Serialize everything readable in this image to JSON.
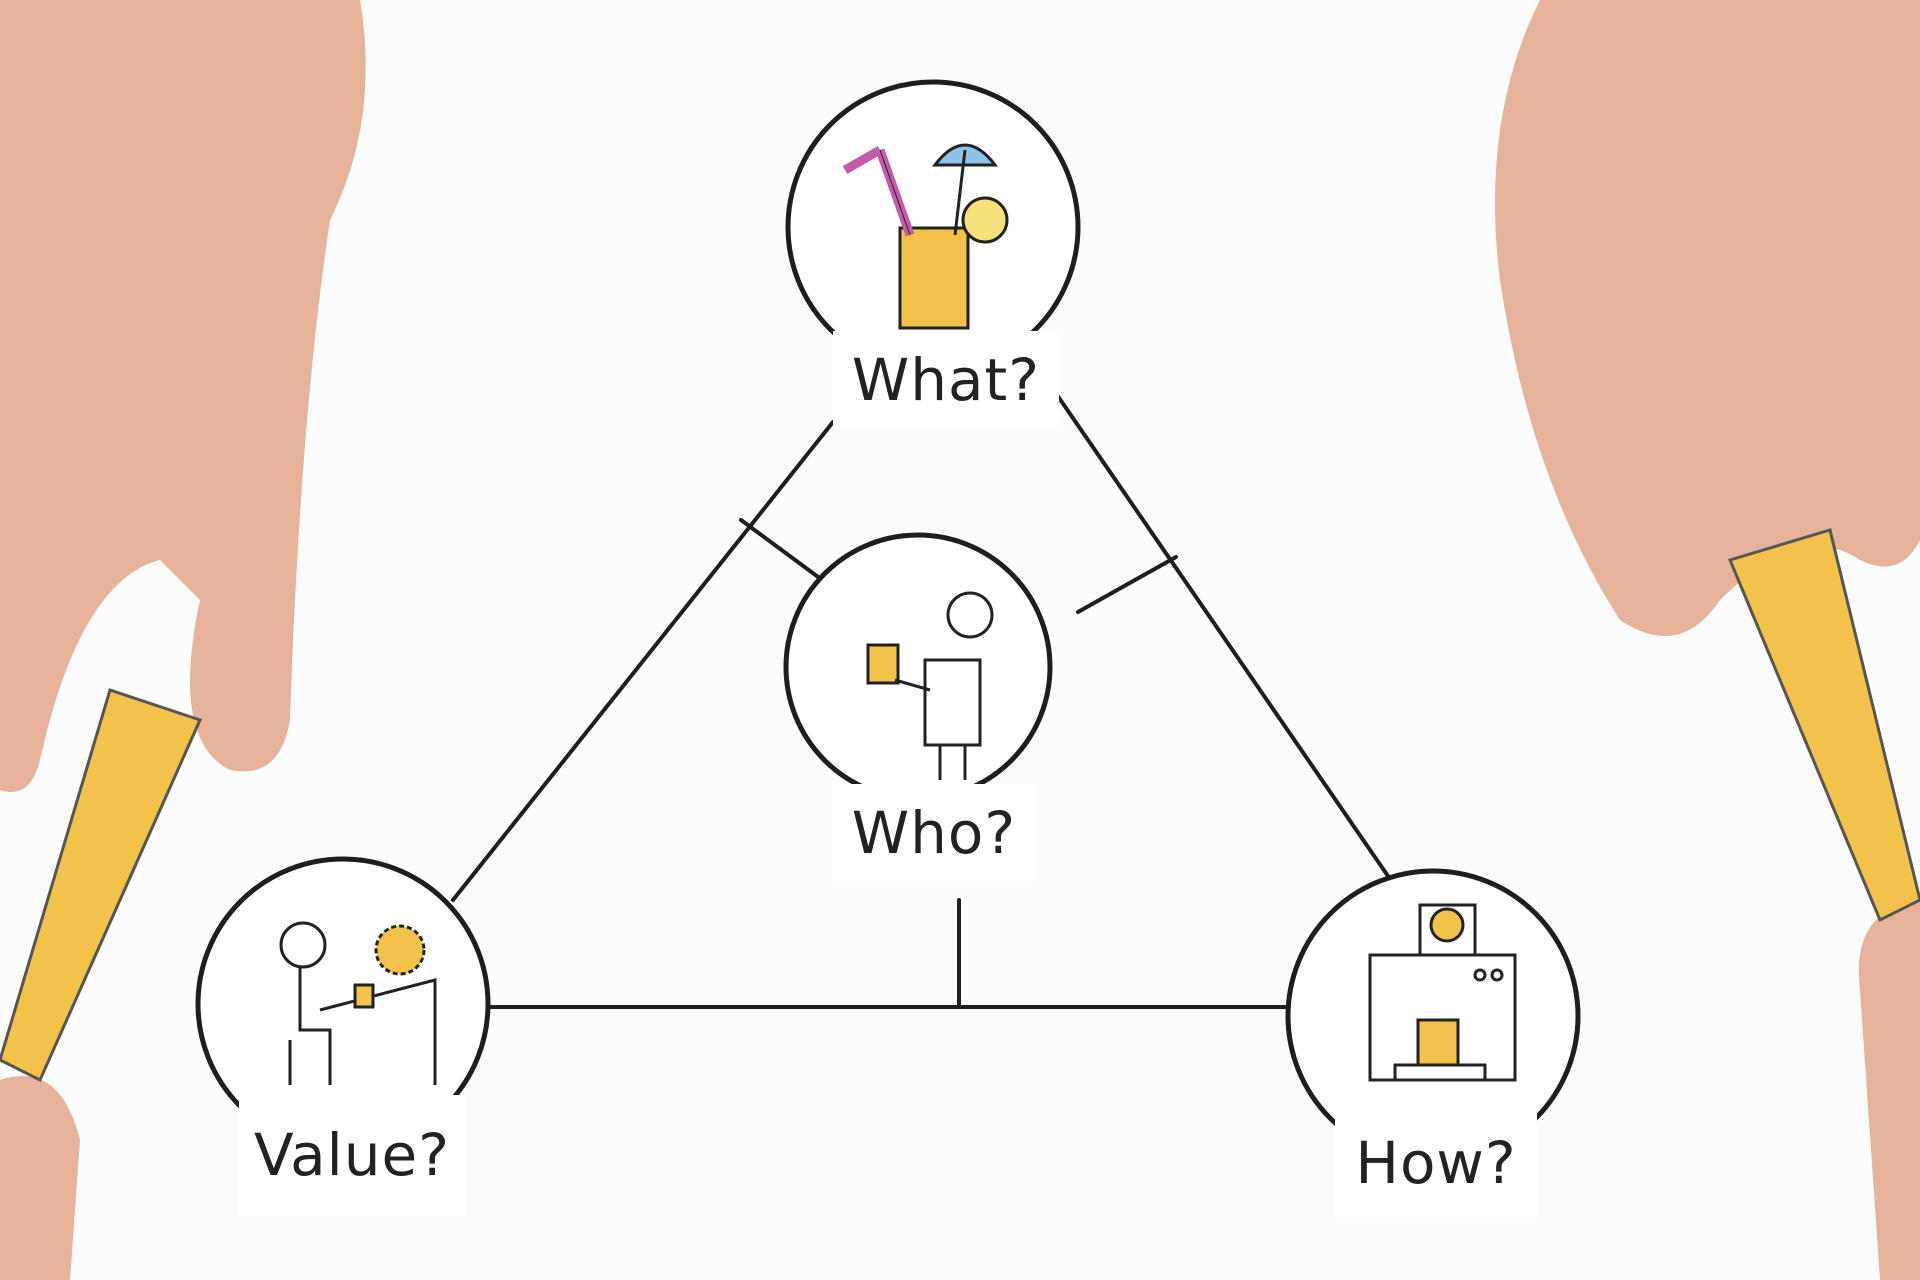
{
  "diagram": {
    "nodes": [
      {
        "id": "what",
        "label": "What?",
        "icon": "drink-glass-icon"
      },
      {
        "id": "who",
        "label": "Who?",
        "icon": "person-drinking-icon"
      },
      {
        "id": "value",
        "label": "Value?",
        "icon": "person-selling-icon"
      },
      {
        "id": "how",
        "label": "How?",
        "icon": "juice-machine-icon"
      }
    ],
    "colors": {
      "ink": "#1e1e1e",
      "juice": "#f3c24a",
      "skin": "#e8b49c",
      "straw": "#c45aa8",
      "umbrella": "#8fc3e8"
    }
  }
}
